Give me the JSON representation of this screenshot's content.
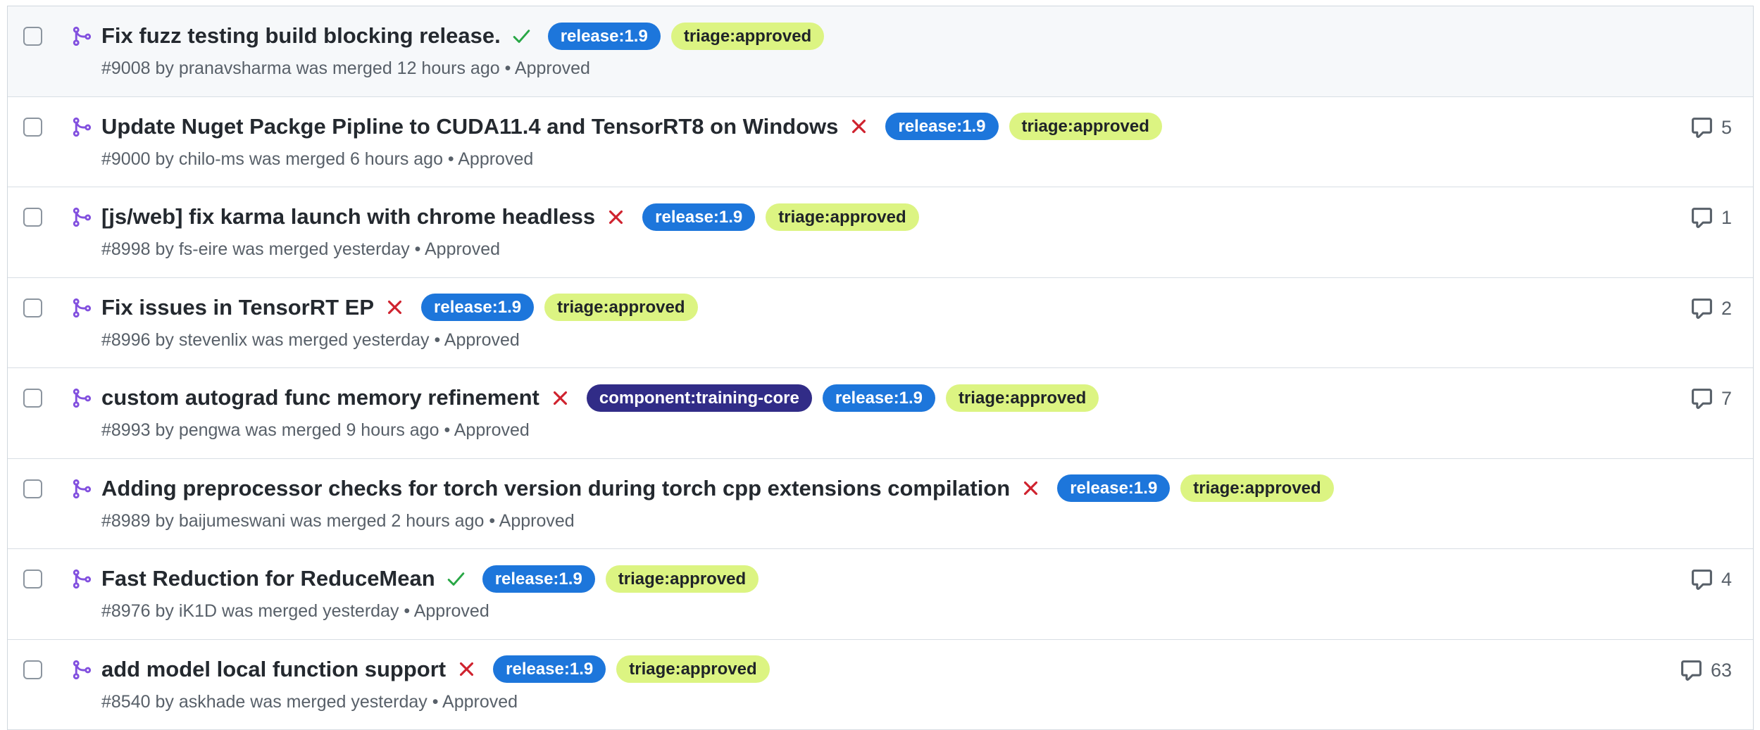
{
  "colors": {
    "merged_icon": "#8250df",
    "success_check": "#28a745",
    "failure_x": "#cf222e",
    "title_text": "#24292f",
    "meta_text": "#586069",
    "row_divider": "#d8dee4",
    "container_border": "#d0d7de",
    "highlighted_row_bg": "#f6f8fa"
  },
  "list": {
    "rows": [
      {
        "title": "Fix fuzz testing build blocking release.",
        "status": "success",
        "labels": [
          {
            "text": "release:1.9",
            "bg": "#1d76db",
            "fg": "#ffffff"
          },
          {
            "text": "triage:approved",
            "bg": "#dcf482",
            "fg": "#1f2328"
          }
        ],
        "meta": "#9008 by pranavsharma was merged 12 hours ago • Approved",
        "comments": null
      },
      {
        "title": "Update Nuget Packge Pipline to CUDA11.4 and TensorRT8 on Windows",
        "status": "failure",
        "labels": [
          {
            "text": "release:1.9",
            "bg": "#1d76db",
            "fg": "#ffffff"
          },
          {
            "text": "triage:approved",
            "bg": "#dcf482",
            "fg": "#1f2328"
          }
        ],
        "meta": "#9000 by chilo-ms was merged 6 hours ago • Approved",
        "comments": 5
      },
      {
        "title": "[js/web] fix karma launch with chrome headless",
        "status": "failure",
        "labels": [
          {
            "text": "release:1.9",
            "bg": "#1d76db",
            "fg": "#ffffff"
          },
          {
            "text": "triage:approved",
            "bg": "#dcf482",
            "fg": "#1f2328"
          }
        ],
        "meta": "#8998 by fs-eire was merged yesterday • Approved",
        "comments": 1
      },
      {
        "title": "Fix issues in TensorRT EP",
        "status": "failure",
        "labels": [
          {
            "text": "release:1.9",
            "bg": "#1d76db",
            "fg": "#ffffff"
          },
          {
            "text": "triage:approved",
            "bg": "#dcf482",
            "fg": "#1f2328"
          }
        ],
        "meta": "#8996 by stevenlix was merged yesterday • Approved",
        "comments": 2
      },
      {
        "title": "custom autograd func memory refinement",
        "status": "failure",
        "labels": [
          {
            "text": "component:training-core",
            "bg": "#312c87",
            "fg": "#ffffff"
          },
          {
            "text": "release:1.9",
            "bg": "#1d76db",
            "fg": "#ffffff"
          },
          {
            "text": "triage:approved",
            "bg": "#dcf482",
            "fg": "#1f2328"
          }
        ],
        "meta": "#8993 by pengwa was merged 9 hours ago • Approved",
        "comments": 7
      },
      {
        "title": "Adding preprocessor checks for torch version during torch cpp extensions compilation",
        "status": "failure",
        "labels": [
          {
            "text": "release:1.9",
            "bg": "#1d76db",
            "fg": "#ffffff"
          },
          {
            "text": "triage:approved",
            "bg": "#dcf482",
            "fg": "#1f2328"
          }
        ],
        "meta": "#8989 by baijumeswani was merged 2 hours ago • Approved",
        "comments": null
      },
      {
        "title": "Fast Reduction for ReduceMean",
        "status": "success",
        "labels": [
          {
            "text": "release:1.9",
            "bg": "#1d76db",
            "fg": "#ffffff"
          },
          {
            "text": "triage:approved",
            "bg": "#dcf482",
            "fg": "#1f2328"
          }
        ],
        "meta": "#8976 by iK1D was merged yesterday • Approved",
        "comments": 4
      },
      {
        "title": "add model local function support",
        "status": "failure",
        "labels": [
          {
            "text": "release:1.9",
            "bg": "#1d76db",
            "fg": "#ffffff"
          },
          {
            "text": "triage:approved",
            "bg": "#dcf482",
            "fg": "#1f2328"
          }
        ],
        "meta": "#8540 by askhade was merged yesterday • Approved",
        "comments": 63
      }
    ]
  }
}
